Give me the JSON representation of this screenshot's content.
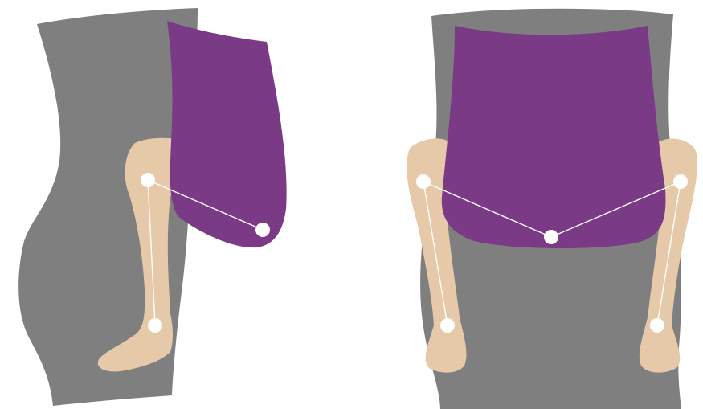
{
  "colors": {
    "background": "#ffffff",
    "body_gray": "#7f7f7f",
    "garment_purple": "#7b3a86",
    "skin": "#e6c9a8",
    "joint_white": "#ffffff",
    "line_white": "#ffffff"
  },
  "views": [
    {
      "name": "side-view",
      "elements": [
        "body-silhouette",
        "purple-garment",
        "leg",
        "knee-joint",
        "ankle-joint",
        "garment-tip-joint"
      ]
    },
    {
      "name": "front-view",
      "elements": [
        "body-silhouette",
        "purple-garment",
        "left-leg",
        "right-leg",
        "left-knee-joint",
        "right-knee-joint",
        "left-ankle-joint",
        "right-ankle-joint",
        "garment-center-joint"
      ]
    }
  ]
}
